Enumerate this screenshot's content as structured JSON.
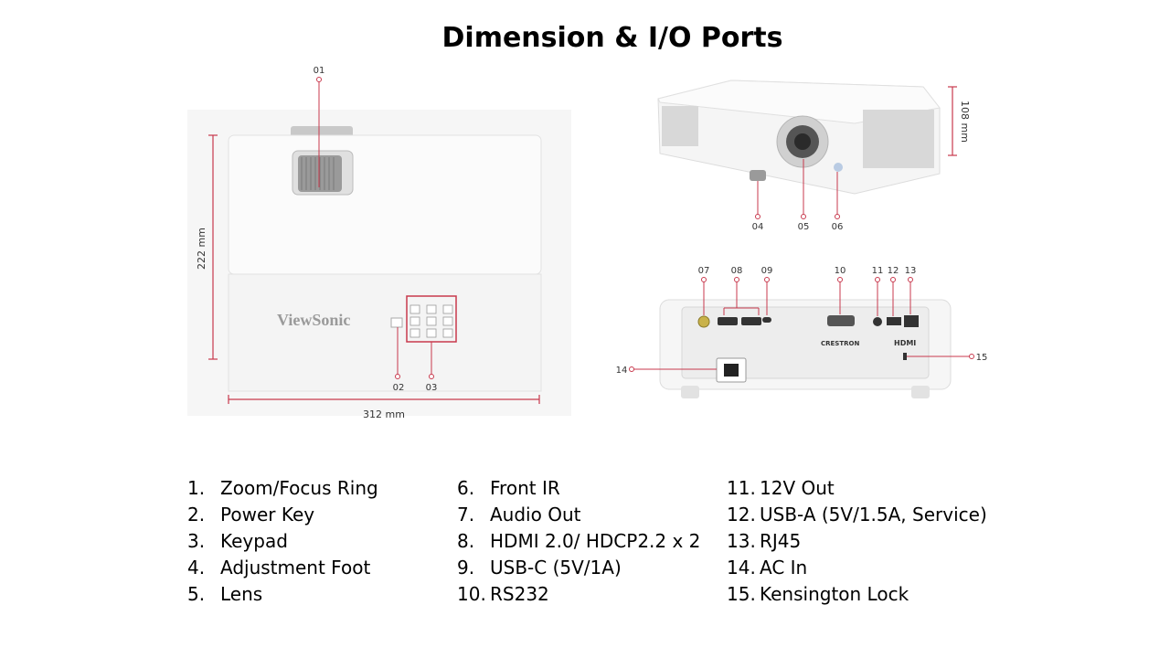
{
  "title": "Dimension & I/O Ports",
  "top_view": {
    "brand": "ViewSonic",
    "callouts": [
      "01",
      "02",
      "03"
    ],
    "width_label": "312 mm",
    "depth_label": "222 mm"
  },
  "front_view": {
    "callouts": [
      "04",
      "05",
      "06"
    ],
    "height_label": "108 mm"
  },
  "rear_view": {
    "callouts": [
      "07",
      "08",
      "09",
      "10",
      "11",
      "12",
      "13",
      "14",
      "15"
    ],
    "logo_crestron": "CRESTRON",
    "logo_hdmi": "HDMI"
  },
  "legend": {
    "col1": [
      {
        "num": "1.",
        "text": "Zoom/Focus Ring"
      },
      {
        "num": "2.",
        "text": "Power Key"
      },
      {
        "num": "3.",
        "text": "Keypad"
      },
      {
        "num": "4.",
        "text": "Adjustment Foot"
      },
      {
        "num": "5.",
        "text": "Lens"
      }
    ],
    "col2": [
      {
        "num": "6.",
        "text": "Front IR"
      },
      {
        "num": "7.",
        "text": "Audio Out"
      },
      {
        "num": "8.",
        "text": "HDMI 2.0/ HDCP2.2 x 2"
      },
      {
        "num": "9.",
        "text": "USB-C (5V/1A)"
      },
      {
        "num": "10.",
        "text": "RS232"
      }
    ],
    "col3": [
      {
        "num": "11.",
        "text": "12V Out"
      },
      {
        "num": "12.",
        "text": "USB-A (5V/1.5A, Service)"
      },
      {
        "num": "13.",
        "text": "RJ45"
      },
      {
        "num": "14.",
        "text": "AC In"
      },
      {
        "num": "15.",
        "text": "Kensington Lock"
      }
    ]
  },
  "colors": {
    "accent": "#c8394d",
    "body": "#f2f2f2",
    "panel": "#e9e9e9"
  }
}
